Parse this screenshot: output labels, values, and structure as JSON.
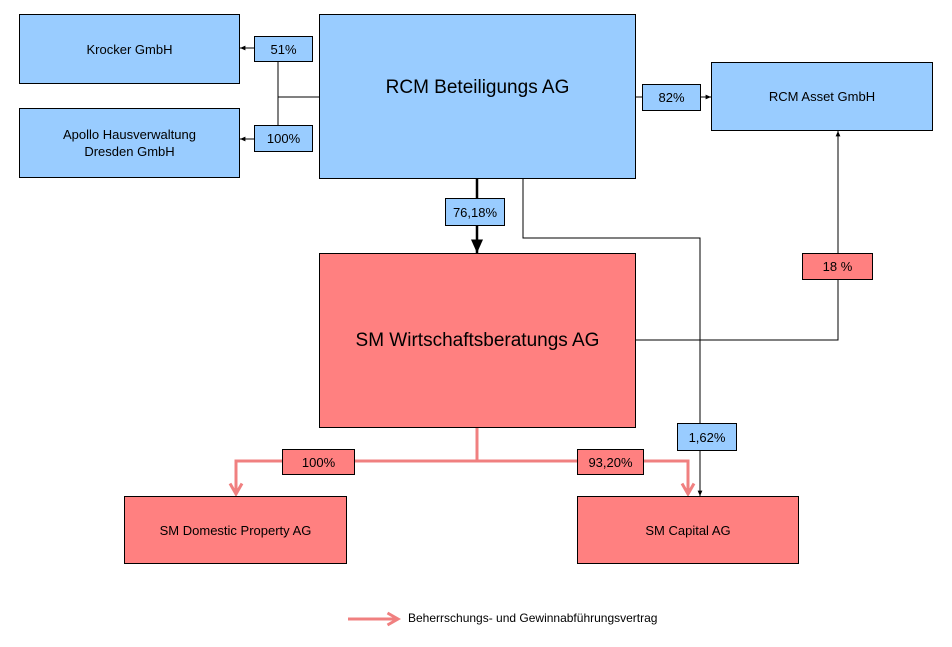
{
  "entities": {
    "krocker": "Krocker GmbH",
    "apollo_line1": "Apollo Hausverwaltung",
    "apollo_line2": "Dresden GmbH",
    "rcm_beteiligungs": "RCM Beteiligungs AG",
    "rcm_asset": "RCM Asset GmbH",
    "sm_wirtschaft": "SM Wirtschaftsberatungs AG",
    "sm_domestic": "SM Domestic Property AG",
    "sm_capital": "SM Capital AG"
  },
  "shares": {
    "krocker": "51%",
    "apollo": "100%",
    "rcm_asset": "82%",
    "sm_wirtschaft": "76,18%",
    "rcm_asset_from_sm": "18 %",
    "sm_capital_from_rcm": "1,62%",
    "sm_domestic": "100%",
    "sm_capital": "93,20%"
  },
  "legend": {
    "text": "Beherrschungs-  und Gewinnabführungsvertrag"
  },
  "colors": {
    "blue": "#99ccff",
    "red": "#ff8080",
    "contract_arrow": "#f08080"
  }
}
